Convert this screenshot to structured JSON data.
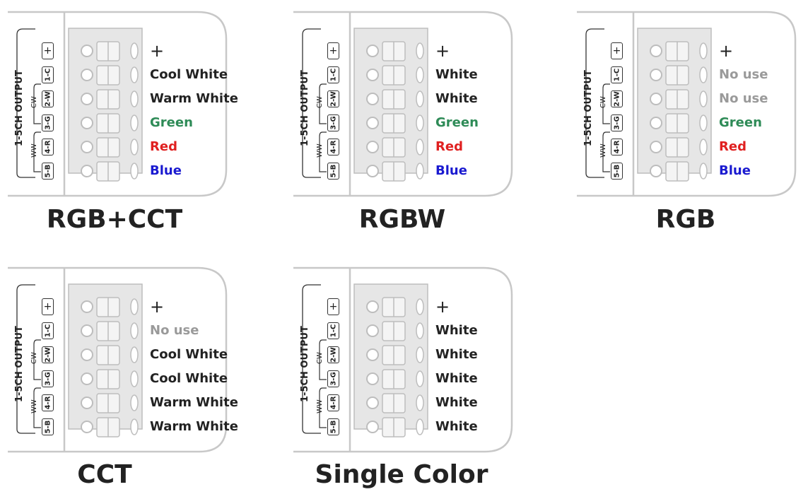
{
  "colors": {
    "default": "#222222",
    "no_use": "#9a9a9a",
    "green": "#2e8b57",
    "red": "#e02020",
    "blue": "#1a1ad0"
  },
  "output_label": "1-5CH OUTPUT",
  "cw_label": "CW",
  "ww_label": "WW",
  "pins": [
    "+",
    "1-C",
    "2-W",
    "3-G",
    "4-R",
    "5-B"
  ],
  "panels": [
    {
      "title": "RGB+CCT",
      "terminals": [
        {
          "text": "+",
          "color": "default"
        },
        {
          "text": "Cool White",
          "color": "default"
        },
        {
          "text": "Warm White",
          "color": "default"
        },
        {
          "text": "Green",
          "color": "green"
        },
        {
          "text": "Red",
          "color": "red"
        },
        {
          "text": "Blue",
          "color": "blue"
        }
      ]
    },
    {
      "title": "RGBW",
      "terminals": [
        {
          "text": "+",
          "color": "default"
        },
        {
          "text": "White",
          "color": "default"
        },
        {
          "text": "White",
          "color": "default"
        },
        {
          "text": "Green",
          "color": "green"
        },
        {
          "text": "Red",
          "color": "red"
        },
        {
          "text": "Blue",
          "color": "blue"
        }
      ]
    },
    {
      "title": "RGB",
      "terminals": [
        {
          "text": "+",
          "color": "default"
        },
        {
          "text": "No use",
          "color": "no_use"
        },
        {
          "text": "No use",
          "color": "no_use"
        },
        {
          "text": "Green",
          "color": "green"
        },
        {
          "text": "Red",
          "color": "red"
        },
        {
          "text": "Blue",
          "color": "blue"
        }
      ]
    },
    {
      "title": "CCT",
      "terminals": [
        {
          "text": "+",
          "color": "default"
        },
        {
          "text": "No use",
          "color": "no_use"
        },
        {
          "text": "Cool White",
          "color": "default"
        },
        {
          "text": "Cool White",
          "color": "default"
        },
        {
          "text": "Warm White",
          "color": "default"
        },
        {
          "text": "Warm White",
          "color": "default"
        }
      ]
    },
    {
      "title": "Single Color",
      "terminals": [
        {
          "text": "+",
          "color": "default"
        },
        {
          "text": "White",
          "color": "default"
        },
        {
          "text": "White",
          "color": "default"
        },
        {
          "text": "White",
          "color": "default"
        },
        {
          "text": "White",
          "color": "default"
        },
        {
          "text": "White",
          "color": "default"
        }
      ]
    }
  ]
}
